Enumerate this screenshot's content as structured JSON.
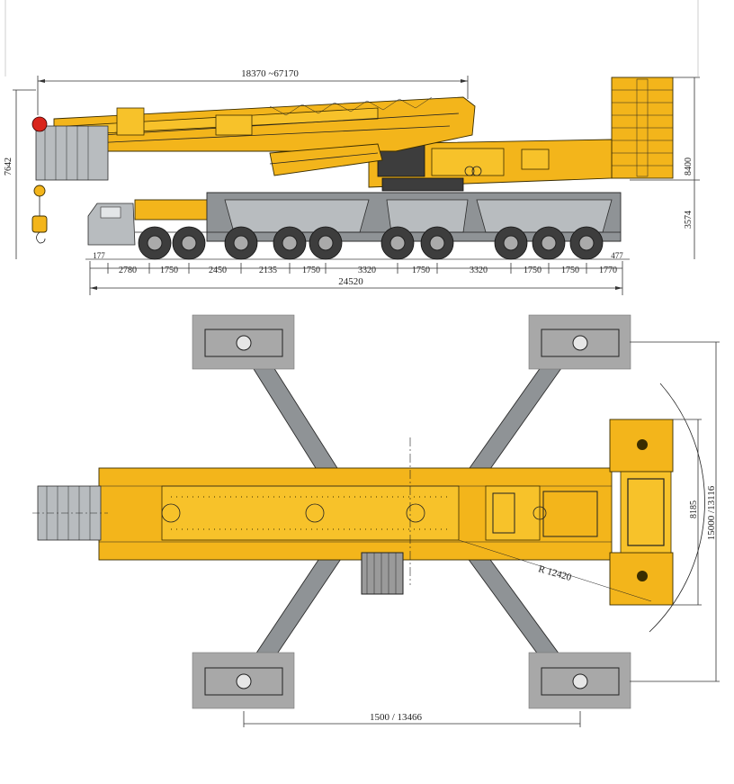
{
  "side_view": {
    "boom_length_label": "18370 ~67170",
    "height_left_label": "7642",
    "height_right_label": "8400",
    "ground_clearance_label": "3574",
    "front_overhang_label": "177",
    "rear_overhang_label": "477",
    "axle_spacings": [
      "2780",
      "1750",
      "2450",
      "2135",
      "1750",
      "3320",
      "1750",
      "3320",
      "1750",
      "1750",
      "1770"
    ],
    "overall_length_label": "24520"
  },
  "top_view": {
    "outrigger_width_label": "15000 /13116",
    "counterweight_width_label": "8185",
    "radius_label": "R 12420",
    "outrigger_base_label": "1500 / 13466"
  },
  "colors": {
    "crane_yellow": "#f3b51b",
    "chassis_grey": "#8f9396",
    "pad_grey": "#a8a8a8",
    "hook_red": "#d9251c"
  }
}
